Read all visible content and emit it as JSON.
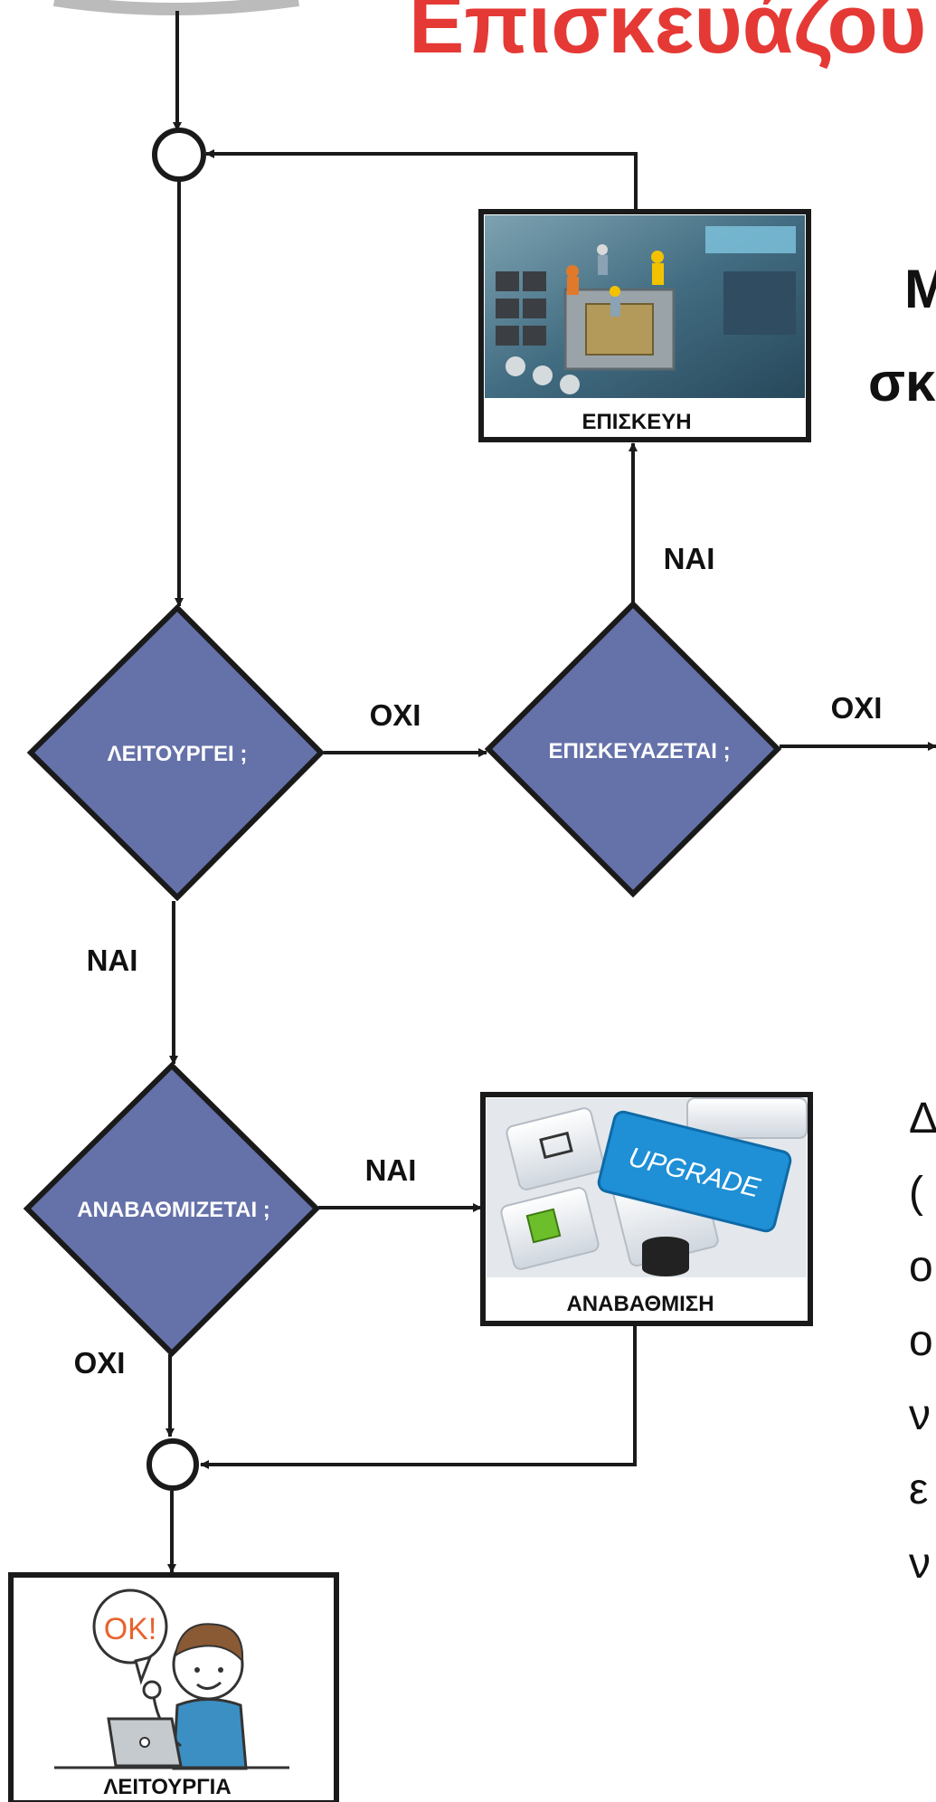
{
  "title_fragment": "Επισκευάζου",
  "side_fragment_1": "Μ",
  "side_fragment_2": "σκ",
  "paragraph_fragments": [
    "Δ",
    "(",
    "ο",
    "ο",
    "ν",
    "ε",
    "ν"
  ],
  "nodes": {
    "decision_works": "ΛΕΙΤΟΥΡΓΕΙ ;",
    "decision_repairable": "ΕΠΙΣΚΕΥΑΖΕΤΑΙ ;",
    "decision_upgradable": "ΑΝΑΒΑΘΜΙΖΕΤΑΙ ;",
    "box_repair": "ΕΠΙΣΚΕΥΗ",
    "box_upgrade": "ΑΝΑΒΑΘΜΙΣΗ",
    "box_operation": "ΛΕΙΤΟΥΡΓΙΑ",
    "upgrade_key_text": "UPGRADE",
    "ok_bubble_text": "OK!"
  },
  "edges": {
    "works_no": "ΟΧΙ",
    "works_yes": "ΝΑΙ",
    "repairable_yes": "ΝΑΙ",
    "repairable_no": "ΟΧΙ",
    "upgradable_yes": "ΝΑΙ",
    "upgradable_no": "ΟΧΙ"
  },
  "colors": {
    "title_red": "#e53935",
    "diamond_fill": "#6571a9",
    "stroke": "#1a1a1a"
  }
}
